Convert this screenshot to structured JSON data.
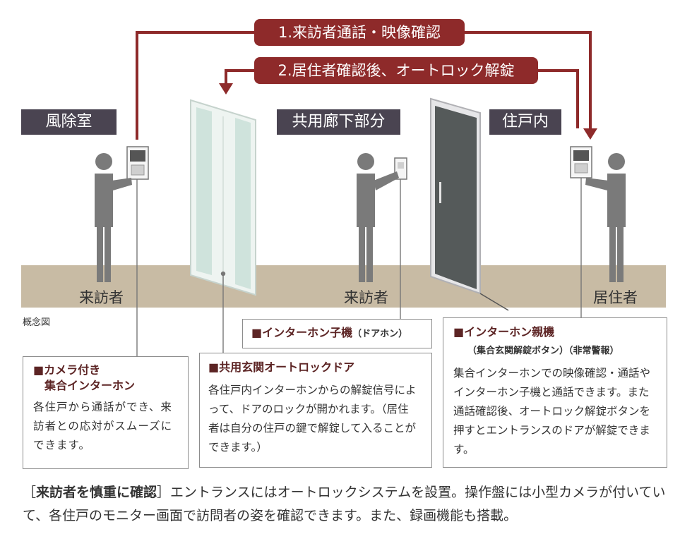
{
  "flow": {
    "step1": "1.来訪者通話・映像確認",
    "step2": "2.居住者確認後、オートロック解錠"
  },
  "areas": {
    "vestibule": "風除室",
    "corridor": "共用廊下部分",
    "unit": "住戸内"
  },
  "people": {
    "visitor1": "来訪者",
    "visitor2": "来訪者",
    "resident": "居住者"
  },
  "concept_label": "概念図",
  "callouts": {
    "camera": {
      "title_line1": "■カメラ付き",
      "title_line2": "集合インターホン",
      "body": "各住戸から通話ができ、来訪者との応対がスムーズにできます。"
    },
    "door": {
      "title": "■共用玄関オートロックドア",
      "body": "各住戸内インターホンからの解錠信号によって、ドアのロックが開かれます。（居住者は自分の住戸の鍵で解錠して入ることができます。）"
    },
    "child": {
      "title": "■インターホン子機",
      "title_suffix": "（ドアホン）"
    },
    "parent": {
      "title": "■インターホン親機",
      "subtitle": "（集合玄関解錠ボタン）（非常警報）",
      "body": "集合インターホンでの映像確認・通話やインターホン子機と通話できます。また通話確認後、オートロック解錠ボタンを押すとエントランスのドアが解錠できます。"
    }
  },
  "caption": {
    "heading_open": "［",
    "heading": "来訪者を慎重に確認",
    "heading_close": "］",
    "text": "エントランスにはオートロックシステムを設置。操作盤には小型カメラが付いていて、各住戸のモニター画面で訪問者の姿を確認できます。また、録画機能も搭載。"
  },
  "colors": {
    "accent": "#8e2a2a",
    "area_label_bg": "#4a4451",
    "floor": "#c8bba4",
    "figure": "#7a7a7a",
    "door_dark": "#555a5a",
    "glass": "#cfe3dc"
  },
  "icons": [
    "person-figure",
    "camera-intercom-panel",
    "door-intercom",
    "resident-monitor"
  ]
}
